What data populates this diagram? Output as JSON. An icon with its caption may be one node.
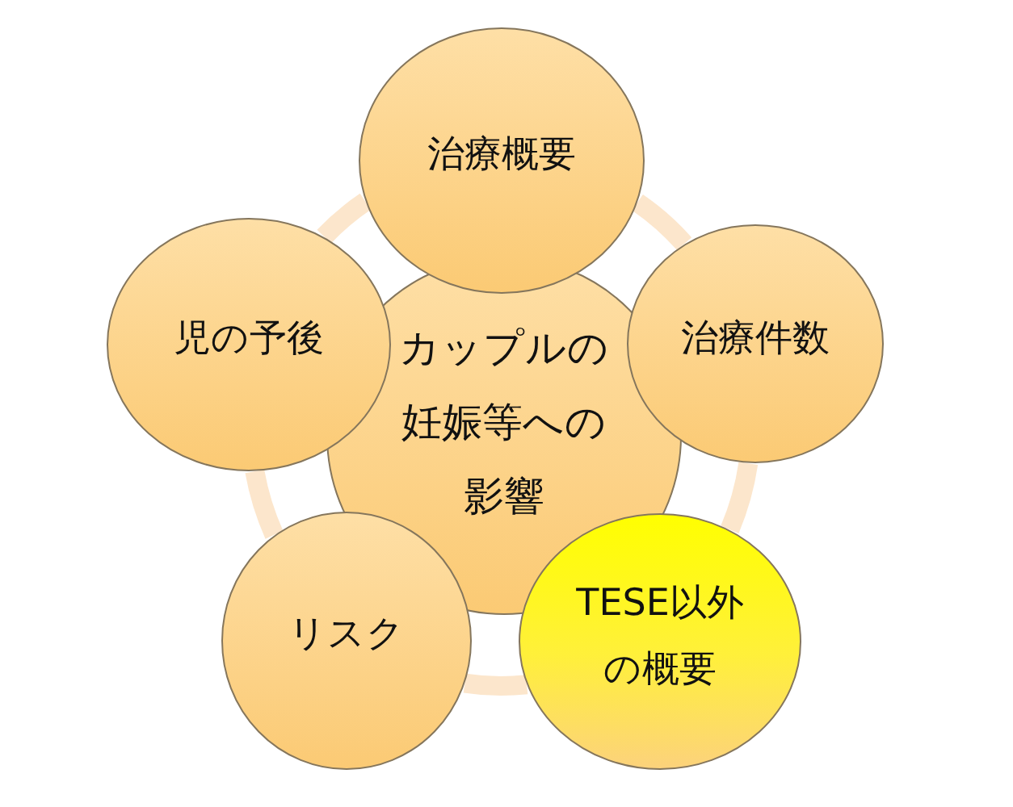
{
  "diagram": {
    "nodes": [
      {
        "text": [
          "治療概要"
        ]
      },
      {
        "text": [
          "児の予後"
        ]
      },
      {
        "text": [
          "カップルの妊娠等への影響"
        ]
      },
      {
        "text": [
          "治療件数"
        ]
      },
      {
        "text": [
          "リスク"
        ]
      },
      {
        "text": [
          "TESE以外の概要"
        ]
      }
    ],
    "edges": [
      {
        "from": 0,
        "to": 3,
        "arrow": "none"
      },
      {
        "from": 3,
        "to": 5,
        "arrow": "none"
      },
      {
        "from": 5,
        "to": 4,
        "arrow": "none"
      },
      {
        "from": 4,
        "to": 1,
        "arrow": "none"
      },
      {
        "from": 1,
        "to": 0,
        "arrow": "none"
      }
    ]
  }
}
